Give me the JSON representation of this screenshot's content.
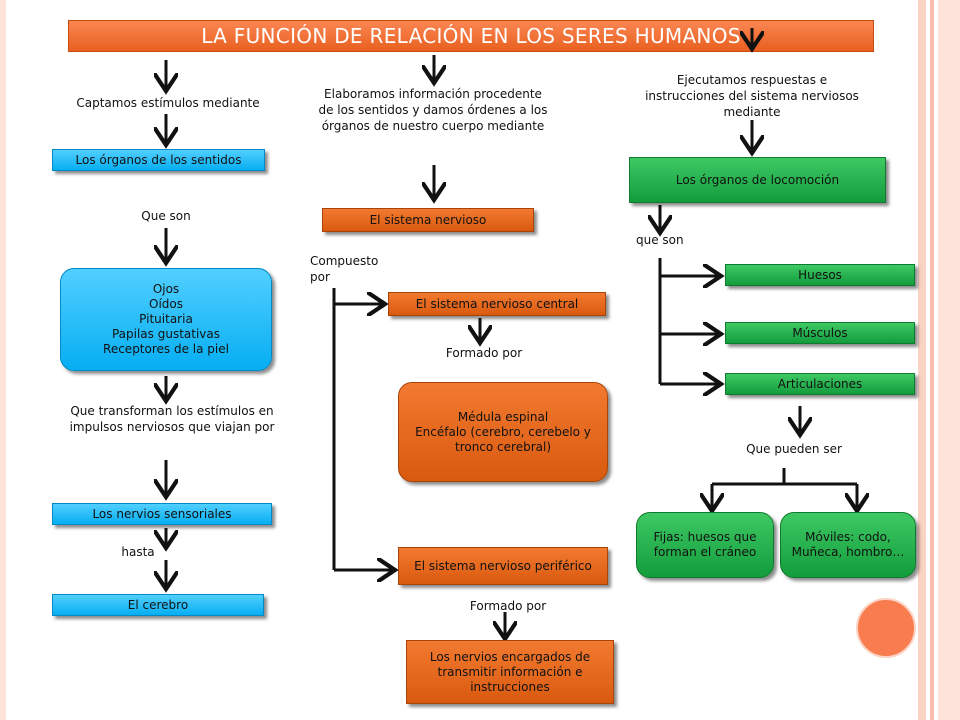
{
  "title": "LA FUNCIÓN DE RELACIÓN EN LOS SERES HUMANOS",
  "left": {
    "intro": "Captamos estímulos mediante",
    "organs_box": "Los órganos de los sentidos",
    "que_son": "Que son",
    "senses": [
      "Ojos",
      "Oídos",
      "Pituitaria",
      "Papilas gustativas",
      "Receptores de la piel"
    ],
    "transform_text": "Que transforman los estímulos en impulsos nerviosos que viajan por",
    "nerves_box": "Los nervios sensoriales",
    "hasta": "hasta",
    "brain_box": "El cerebro"
  },
  "middle": {
    "intro": "Elaboramos información procedente de los sentidos y damos órdenes a los órganos de nuestro cuerpo mediante",
    "nervous_box": "El sistema nervioso",
    "compuesto": "Compuesto por",
    "central_box": "El sistema nervioso central",
    "formado1": "Formado por",
    "central_parts": [
      "Médula espinal",
      "Encéfalo (cerebro, cerebelo y tronco cerebral)"
    ],
    "peripheral_box": "El sistema nervioso periférico",
    "formado2": "Formado por",
    "peripheral_parts": "Los nervios encargados de transmitir información e instrucciones"
  },
  "right": {
    "intro": "Ejecutamos respuestas e instrucciones del sistema nerviosos mediante",
    "locomotion_box": "Los órganos de locomoción",
    "que_son": "que son",
    "items": [
      "Huesos",
      "Músculos",
      "Articulaciones"
    ],
    "pueden": "Que pueden ser",
    "fixed_box": "Fijas: huesos que forman el cráneo",
    "mobile_box": "Móviles: codo, Muñeca, hombro…"
  },
  "colors": {
    "blue": "#06aef2",
    "orange": "#e8601f",
    "green": "#139c3c",
    "decor": "#f97c4e"
  }
}
